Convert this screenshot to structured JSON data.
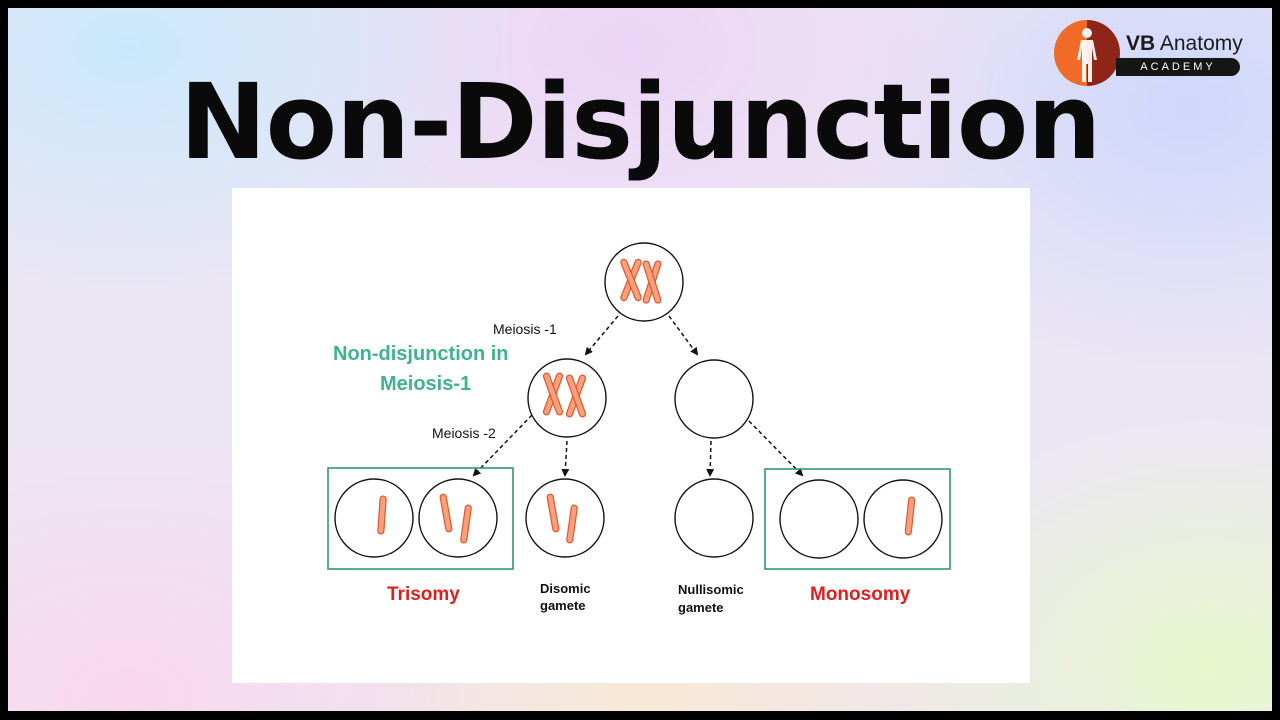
{
  "title": "Non-Disjunction",
  "logo": {
    "brand_bold": "VB",
    "brand_rest": "Anatomy",
    "sub": "ACADEMY",
    "colors": {
      "orange": "#f06a28",
      "dark_red": "#8e2518",
      "badge": "#161616"
    },
    "icon": "human-figure-icon"
  },
  "diagram": {
    "labels": {
      "meiosis1": "Meiosis -1",
      "meiosis2": "Meiosis -2",
      "nondisjunction_line1": "Non-disjunction in",
      "nondisjunction_line2": "Meiosis-1",
      "trisomy": "Trisomy",
      "monosomy": "Monosomy",
      "disomic_line1": "Disomic",
      "disomic_line2": "gamete",
      "nullisomic_line1": "Nullisomic",
      "nullisomic_line2": "gamete"
    },
    "colors": {
      "highlight_red": "#dd1f1f",
      "teal": "#3fb28f",
      "box_green": "#2f9a6e",
      "chromosome_fill": "#f7a07d",
      "chromosome_stroke": "#e0572b"
    }
  }
}
